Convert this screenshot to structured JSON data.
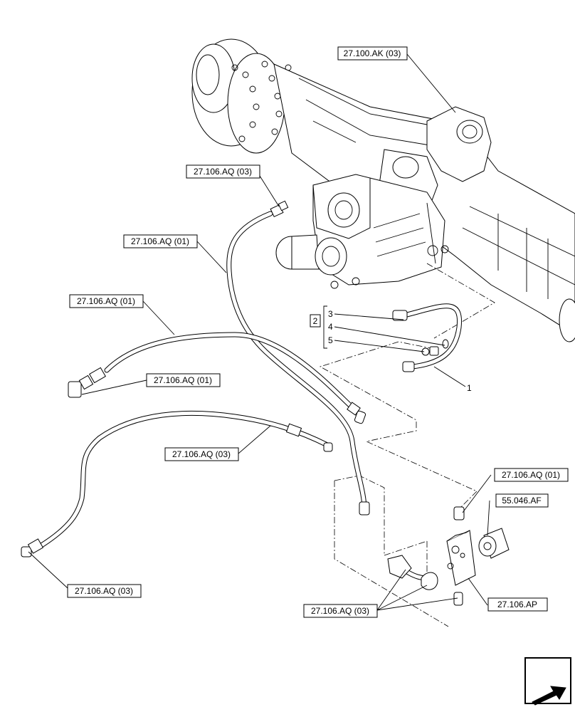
{
  "references": {
    "axle": "27.100.AK (03)",
    "fitting_top": "27.106.AQ (03)",
    "hose_a": "27.106.AQ (01)",
    "hose_b": "27.106.AQ (01)",
    "fitting_left": "27.106.AQ (01)",
    "hose_c": "27.106.AQ (03)",
    "fitting_bottom_left": "27.106.AQ (03)",
    "fitting_right": "27.106.AQ (01)",
    "motor": "55.046.AF",
    "fittings_bottom": "27.106.AQ (03)",
    "valve_block": "27.106.AP"
  },
  "kit": {
    "item": "2",
    "parts": [
      "3",
      "4",
      "5"
    ],
    "hose_item": "1"
  },
  "nav": {
    "arrow": "next-page-arrow-icon"
  }
}
